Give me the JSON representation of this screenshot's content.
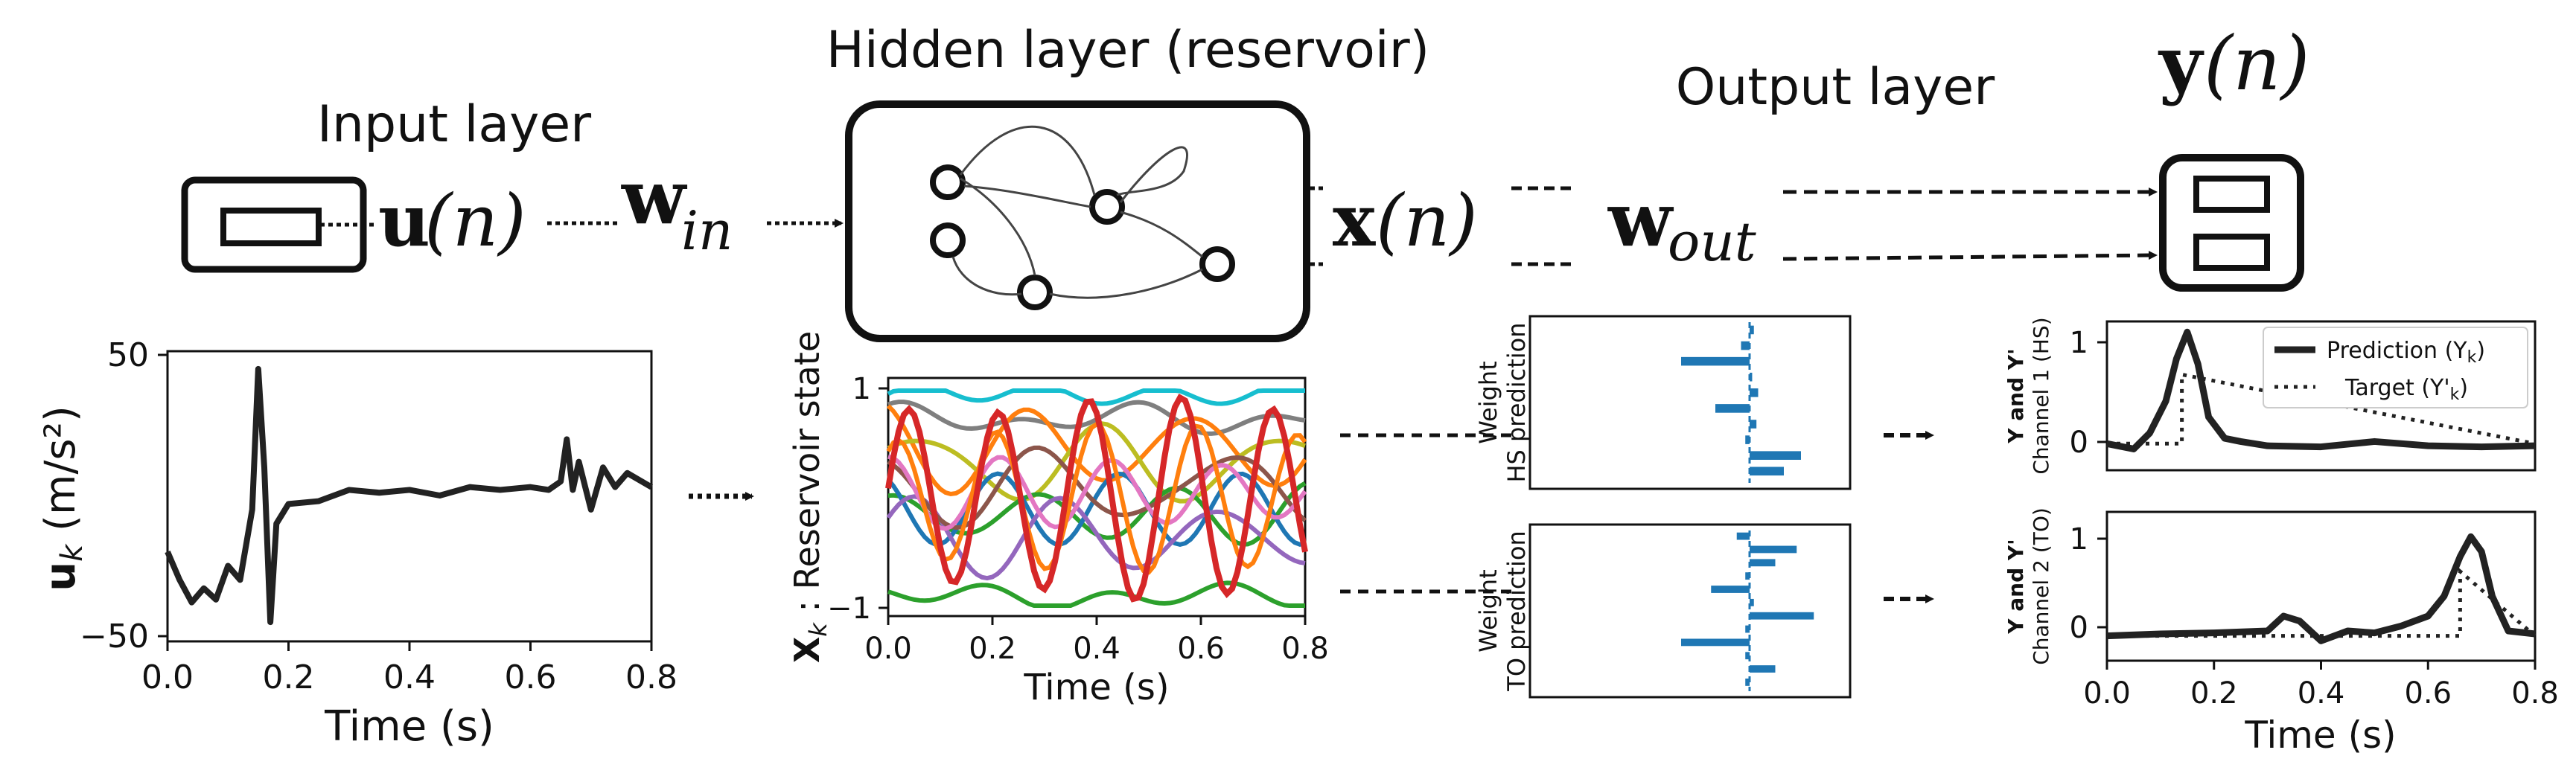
{
  "diagram": {
    "input_layer_title": "Input layer",
    "hidden_layer_title": "Hidden layer (reservoir)",
    "output_layer_title": "Output layer",
    "u_label": "u",
    "w_label": "w",
    "w_in_sub": "in",
    "x_label": "x",
    "w_out_sub": "out",
    "y_label": "y",
    "arg_n": "(n)"
  },
  "panels": {
    "input": {
      "ylabel": "u",
      "ylabel_sub": "k",
      "ylabel_unit": " (m/s²)",
      "xlabel": "Time (s)",
      "yticks": [
        "50",
        "−50"
      ],
      "xticks": [
        "0.0",
        "0.2",
        "0.4",
        "0.6",
        "0.8"
      ]
    },
    "reservoir": {
      "ylabel_sym": "X",
      "ylabel_sub": "k",
      "ylabel_text": " : Reservoir state",
      "xlabel": "Time (s)",
      "yticks": [
        "1",
        "−1"
      ],
      "xticks": [
        "0.0",
        "0.2",
        "0.4",
        "0.6",
        "0.8"
      ]
    },
    "weights_hs": {
      "label_line1": "Weight",
      "label_line2": "HS prediction"
    },
    "weights_to": {
      "label_line1": "Weight",
      "label_line2": "TO prediction"
    },
    "channel1": {
      "label_line1": "Y and Y'",
      "label_line2": "Channel 1 (HS)",
      "yticks": [
        "1",
        "0"
      ],
      "legend_prediction": "Prediction (Y",
      "legend_prediction_sub": "k",
      "legend_target": "Target (Y'",
      "legend_target_sub": "k"
    },
    "channel2": {
      "label_line1": "Y and Y'",
      "label_line2": "Channel 2 (TO)",
      "yticks": [
        "1",
        "0"
      ],
      "xlabel": "Time (s)",
      "xticks": [
        "0.0",
        "0.2",
        "0.4",
        "0.6",
        "0.8"
      ]
    }
  },
  "chart_data": [
    {
      "type": "line",
      "x": [
        0.0,
        0.02,
        0.04,
        0.06,
        0.08,
        0.1,
        0.12,
        0.14,
        0.15,
        0.16,
        0.17,
        0.18,
        0.2,
        0.25,
        0.3,
        0.35,
        0.4,
        0.45,
        0.5,
        0.55,
        0.6,
        0.63,
        0.65,
        0.66,
        0.67,
        0.68,
        0.7,
        0.72,
        0.74,
        0.76,
        0.8
      ],
      "y": [
        -20,
        -30,
        -38,
        -33,
        -37,
        -25,
        -30,
        -5,
        45,
        10,
        -45,
        -10,
        -3,
        -2,
        2,
        1,
        2,
        0,
        3,
        2,
        3,
        2,
        5,
        20,
        2,
        12,
        -5,
        10,
        3,
        8,
        3
      ],
      "ylim": [
        -50,
        50
      ],
      "xlim": [
        0,
        0.8
      ]
    },
    {
      "type": "bar",
      "name": "HS weights",
      "values": [
        0.05,
        -0.1,
        -0.8,
        0.03,
        0.1,
        -0.4,
        0.08,
        -0.05,
        0.6,
        0.4
      ]
    },
    {
      "type": "bar",
      "name": "TO weights",
      "values": [
        -0.15,
        0.55,
        0.3,
        -0.05,
        -0.45,
        0.05,
        0.75,
        -0.05,
        -0.8,
        -0.05,
        0.3,
        -0.05
      ]
    },
    {
      "type": "line",
      "series": [
        {
          "name": "Prediction",
          "x": [
            0,
            0.05,
            0.08,
            0.11,
            0.13,
            0.15,
            0.17,
            0.19,
            0.22,
            0.25,
            0.3,
            0.4,
            0.5,
            0.6,
            0.7,
            0.8
          ],
          "y": [
            0,
            -0.05,
            0.1,
            0.4,
            0.8,
            1.05,
            0.75,
            0.25,
            0.05,
            0.02,
            -0.02,
            -0.03,
            0.02,
            -0.02,
            -0.03,
            -0.02
          ]
        },
        {
          "name": "Target",
          "x": [
            0,
            0.14,
            0.14,
            0.8
          ],
          "y": [
            0,
            0,
            0.65,
            0
          ]
        }
      ],
      "ylim": [
        -0.25,
        1.15
      ],
      "xlim": [
        0,
        0.8
      ]
    },
    {
      "type": "line",
      "series": [
        {
          "name": "Prediction",
          "x": [
            0,
            0.1,
            0.2,
            0.3,
            0.33,
            0.36,
            0.4,
            0.45,
            0.5,
            0.55,
            0.6,
            0.63,
            0.66,
            0.68,
            0.7,
            0.72,
            0.75,
            0.8
          ],
          "y": [
            0,
            0.02,
            0.03,
            0.05,
            0.2,
            0.15,
            -0.05,
            0.05,
            0.03,
            0.1,
            0.2,
            0.4,
            0.8,
            1.0,
            0.85,
            0.4,
            0.05,
            0.02
          ]
        },
        {
          "name": "Target",
          "x": [
            0,
            0.66,
            0.66,
            0.8
          ],
          "y": [
            0,
            0,
            0.65,
            0
          ]
        }
      ],
      "ylim": [
        -0.25,
        1.25
      ],
      "xlim": [
        0,
        0.8
      ]
    }
  ]
}
